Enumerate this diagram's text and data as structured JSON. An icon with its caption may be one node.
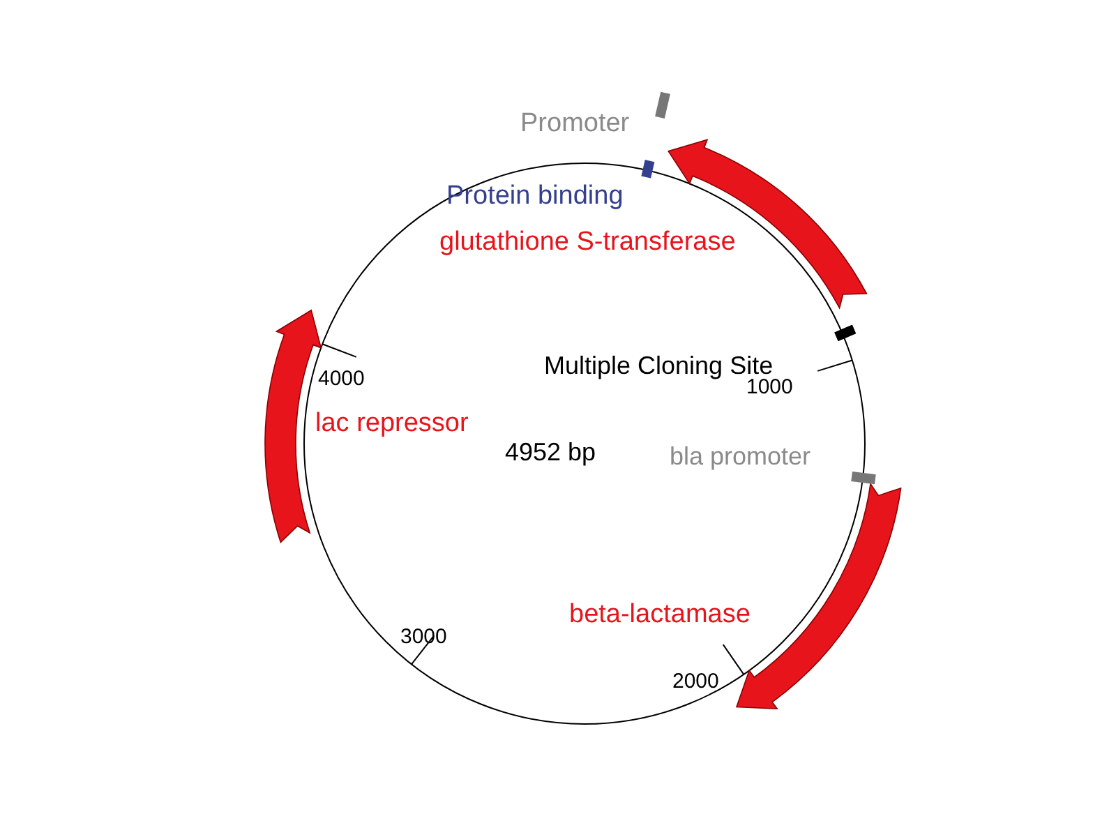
{
  "diagram": {
    "labels": [
      "Promoter",
      "Protein binding",
      "glutathione S-transferase",
      "Multiple Cloning Site",
      "1000",
      "bla promoter",
      "4000",
      "lac repressor",
      "4952 bp",
      "beta-lactamase",
      "3000",
      "2000"
    ]
  }
}
